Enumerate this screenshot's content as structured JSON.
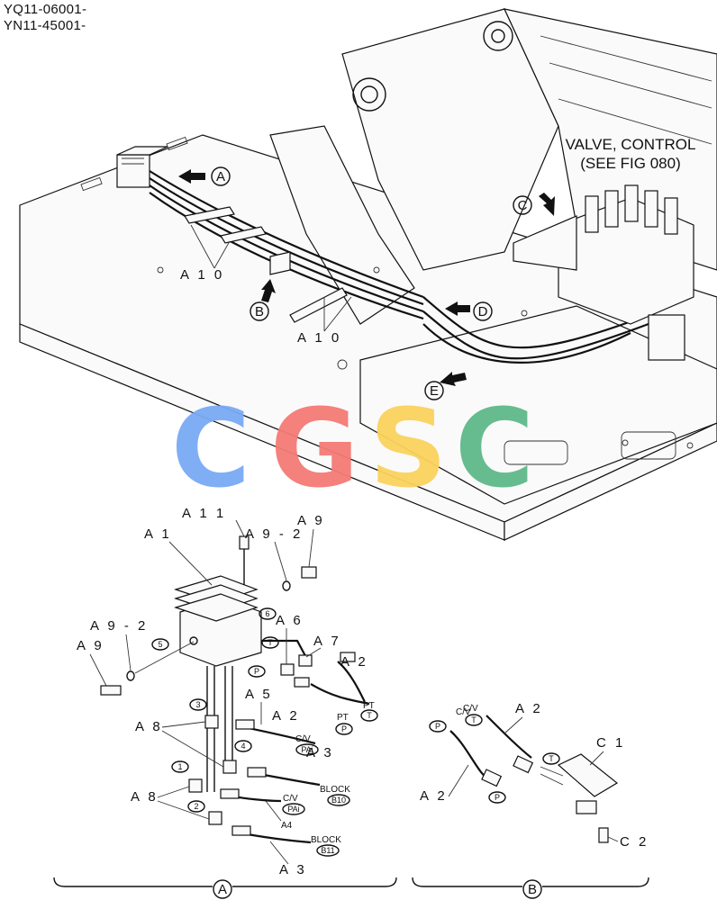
{
  "serials": [
    "YQ11-06001-",
    "YN11-45001-"
  ],
  "valve_label": {
    "line1": "VALVE, CONTROL",
    "line2": "(SEE FIG 080)"
  },
  "views": {
    "A": "A",
    "B": "B",
    "C": "C",
    "D": "D",
    "E": "E"
  },
  "parts": {
    "A1": "A 1",
    "A2": "A 2",
    "A3": "A 3",
    "A4": "A4",
    "A5": "A 5",
    "A6": "A 6",
    "A7": "A 7",
    "A8": "A 8",
    "A9": "A 9",
    "A9_2": "A 9 - 2",
    "A10": "A 1 0",
    "A11": "A 1 1",
    "C1": "C 1",
    "C2": "C 2"
  },
  "ports": {
    "P": "P",
    "T": "T",
    "n1": "1",
    "n2": "2",
    "n3": "3",
    "n4": "4",
    "n5": "5",
    "n6": "6"
  },
  "notes": {
    "PT": "PT",
    "CV": "C/V",
    "PAI": "PAi",
    "PA": "PA",
    "BLOCK": "BLOCK",
    "B10": "B10",
    "B11": "B11"
  },
  "watermark": {
    "letters": [
      "C",
      "G",
      "S",
      "C"
    ],
    "colors": [
      "#7aaaf5",
      "#f47b76",
      "#fbd35c",
      "#5fb98a"
    ]
  }
}
